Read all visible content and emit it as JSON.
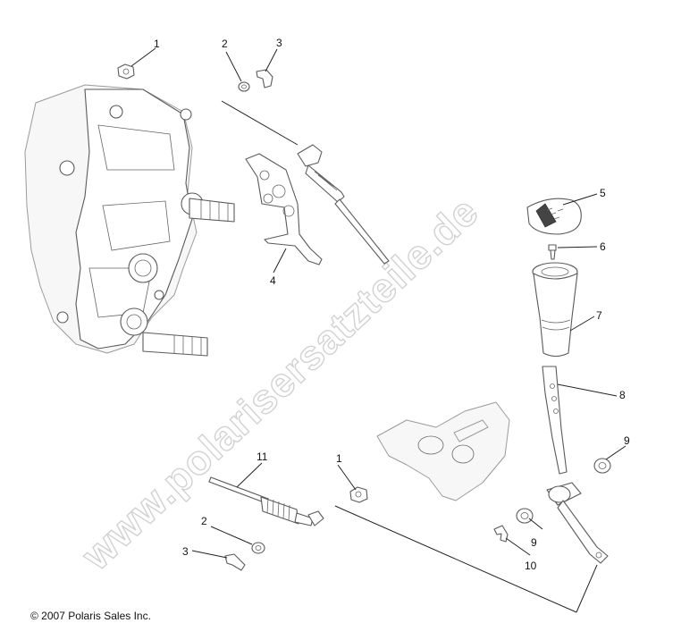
{
  "diagram": {
    "watermark": "www.polarisersatzteile.de",
    "copyright": "© 2007 Polaris Sales Inc.",
    "callouts": {
      "c1a": "1",
      "c2a": "2",
      "c3a": "3",
      "c4": "4",
      "c5": "5",
      "c6": "6",
      "c7": "7",
      "c8": "8",
      "c9a": "9",
      "c9b": "9",
      "c10": "10",
      "c11": "11",
      "c1b": "1",
      "c2b": "2",
      "c3b": "3"
    }
  }
}
